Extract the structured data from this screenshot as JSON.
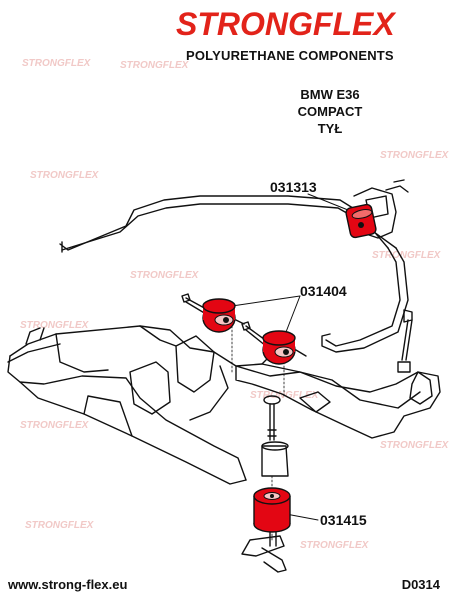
{
  "logo": {
    "brand": "STRONGFLEX",
    "tagline": "POLYURETHANE COMPONENTS"
  },
  "title": {
    "line1": "BMW E36",
    "line2": "COMPACT",
    "line3": "TYŁ"
  },
  "parts": [
    {
      "code": "031313"
    },
    {
      "code": "031404"
    },
    {
      "code": "031415"
    }
  ],
  "footer": {
    "website": "www.strong-flex.eu",
    "diagram_id": "D0314"
  },
  "colors": {
    "brand_red": "#e2231a",
    "bushing_red": "#e30613",
    "watermark": "#f1c9c7"
  }
}
